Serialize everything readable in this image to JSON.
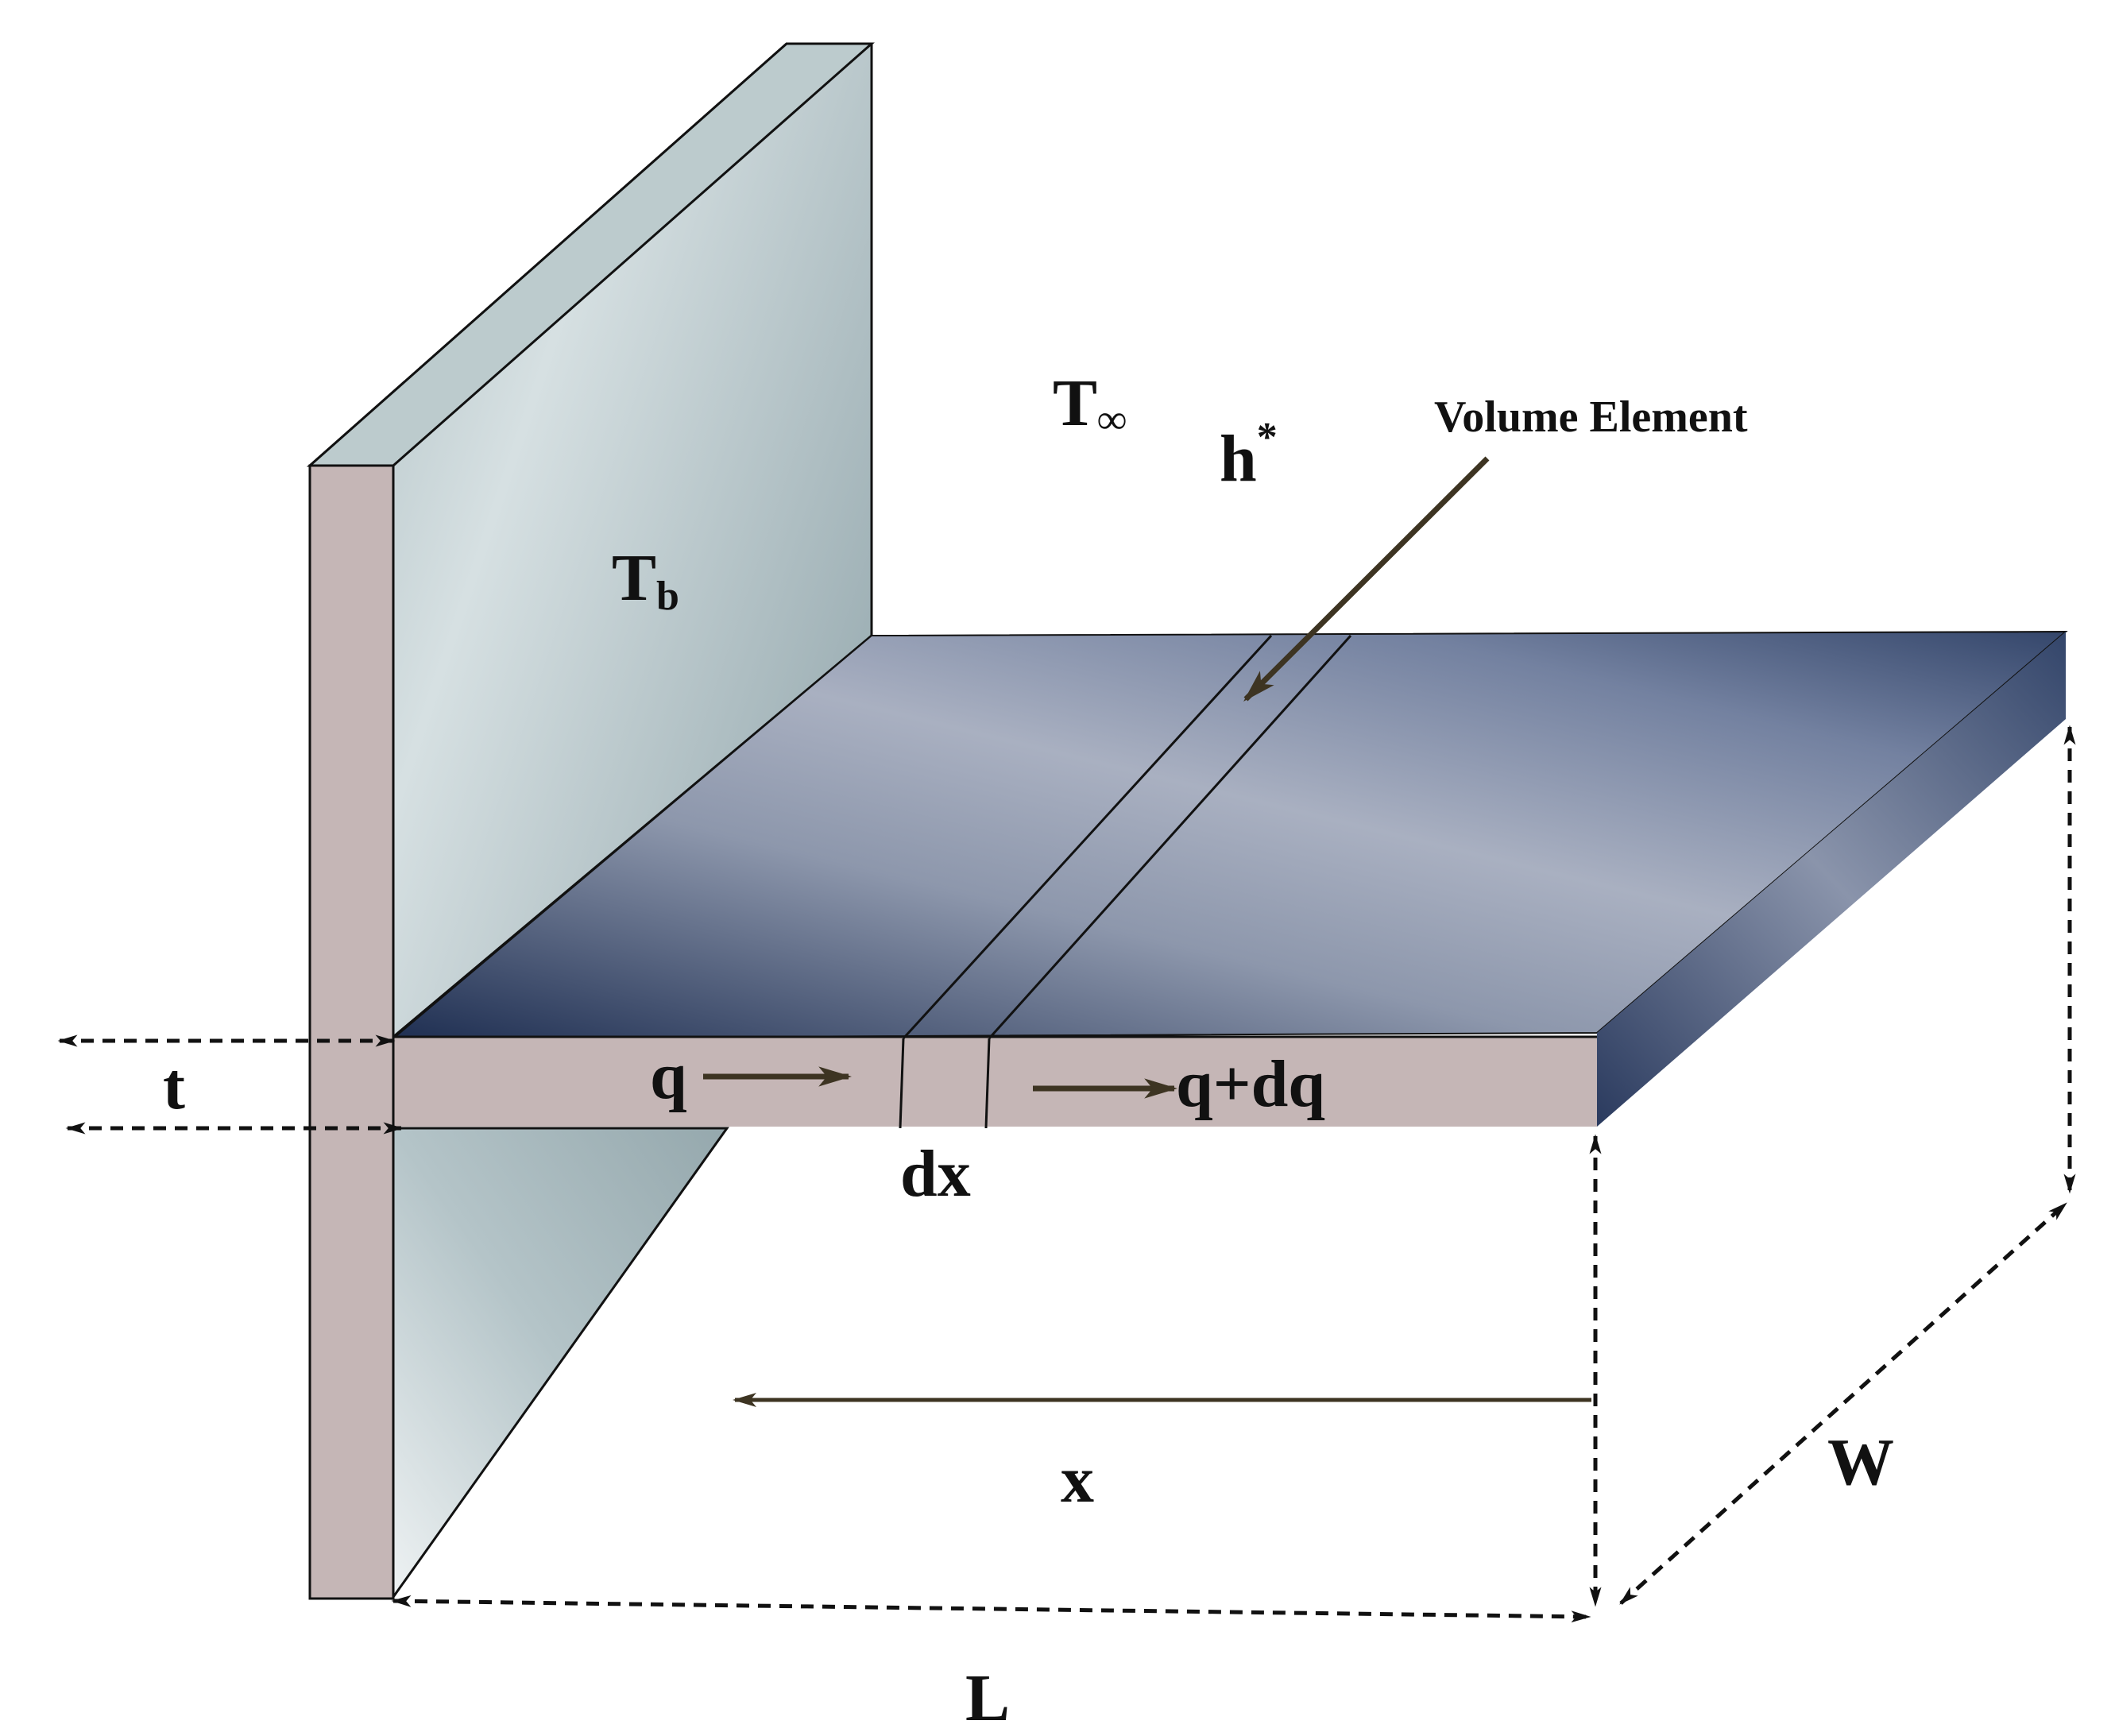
{
  "labels": {
    "t_inf_main": "T",
    "t_inf_sub": "∞",
    "h_main": "h",
    "h_sup": "*",
    "callout": "Volume Element",
    "tb_main": "T",
    "tb_sub": "b",
    "t": "t",
    "q": "q",
    "qdq": "q+dq",
    "dx": "dx",
    "x": "x",
    "w": "W",
    "l": "L"
  },
  "colors": {
    "wall_face": "#b7c7ca",
    "wall_edge": "#c5b6b6",
    "fin_top_dark": "#2b3b5c",
    "fin_top_light": "#aab0c0",
    "arrow_brown": "#3d3422"
  }
}
